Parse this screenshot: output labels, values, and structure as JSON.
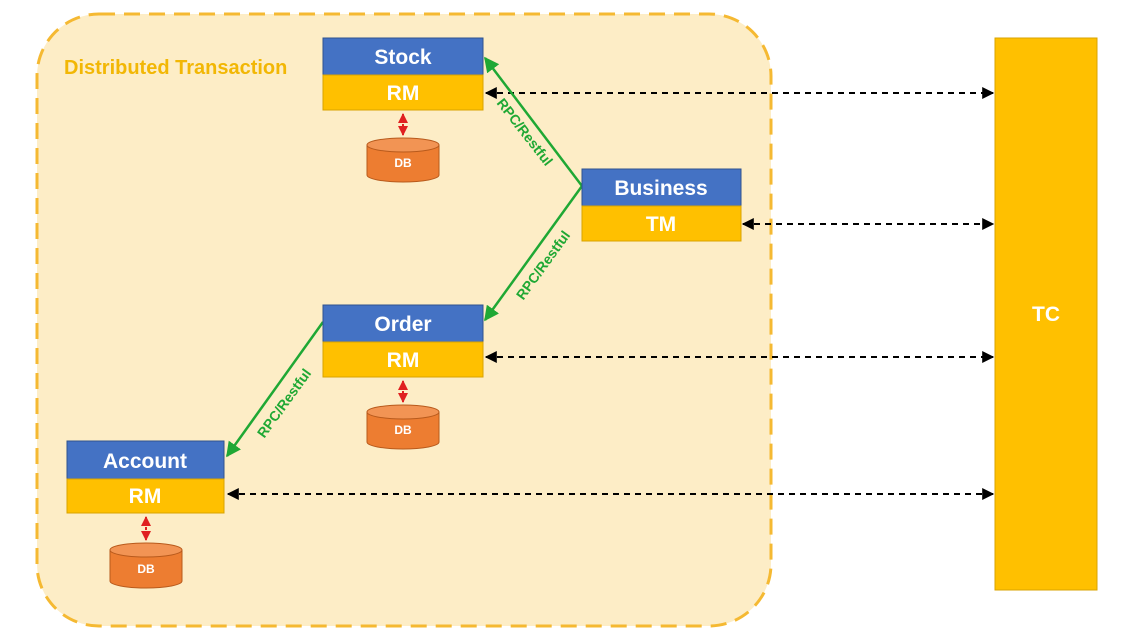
{
  "region": {
    "label": "Distributed Transaction"
  },
  "services": {
    "stock": {
      "name": "Stock",
      "role": "RM",
      "db": "DB"
    },
    "business": {
      "name": "Business",
      "role": "TM"
    },
    "order": {
      "name": "Order",
      "role": "RM",
      "db": "DB"
    },
    "account": {
      "name": "Account",
      "role": "RM",
      "db": "DB"
    }
  },
  "tc": {
    "label": "TC"
  },
  "edges": {
    "business_to_stock": "RPC/Restful",
    "business_to_order": "RPC/Restful",
    "order_to_account": "RPC/Restful"
  },
  "colors": {
    "service_blue": "#4472c4",
    "role_yellow": "#ffc000",
    "db_orange": "#ed7d31",
    "region_fill": "#fdedc6",
    "region_border": "#f5b932",
    "rpc_green": "#1fa834",
    "db_link_red": "#e02020"
  }
}
